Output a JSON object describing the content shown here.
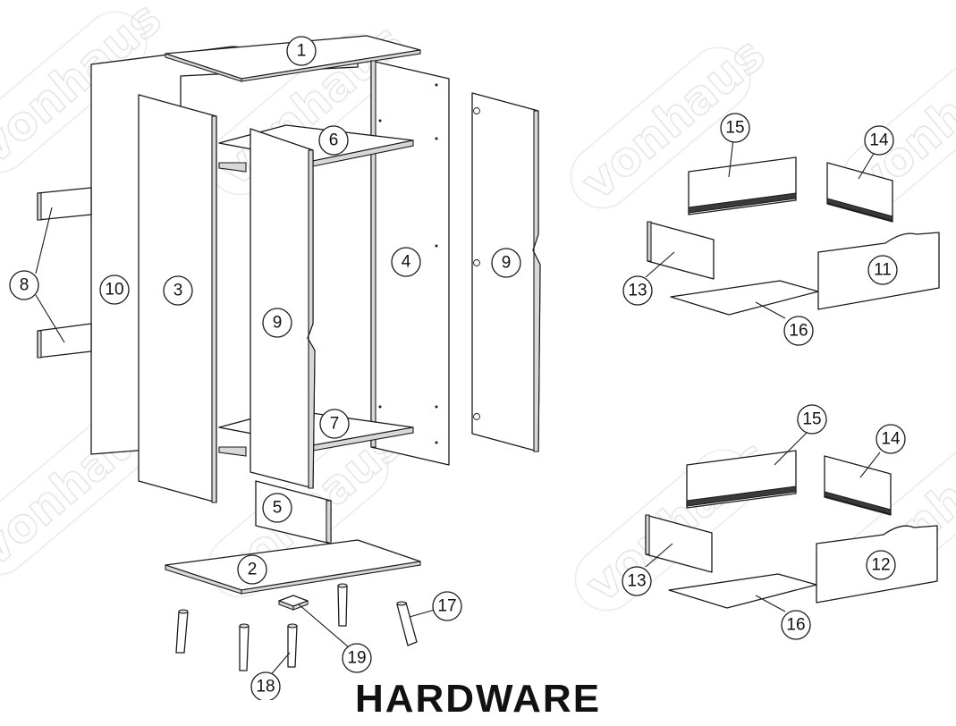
{
  "watermark": "vonhaus",
  "heading": "HARDWARE",
  "callouts": {
    "p1": "1",
    "p2": "2",
    "p3": "3",
    "p4": "4",
    "p5": "5",
    "p6": "6",
    "p7": "7",
    "p8": "8",
    "p9a": "9",
    "p9b": "9",
    "p10": "10",
    "p11": "11",
    "p12": "12",
    "p13a": "13",
    "p13b": "13",
    "p14a": "14",
    "p14b": "14",
    "p15a": "15",
    "p15b": "15",
    "p16a": "16",
    "p16b": "16",
    "p17": "17",
    "p18": "18",
    "p19": "19"
  }
}
